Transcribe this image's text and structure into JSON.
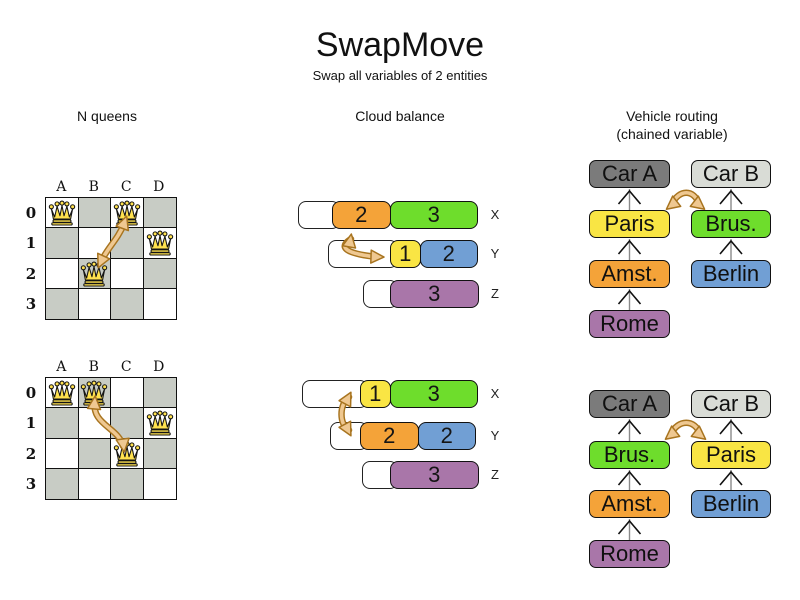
{
  "title": "SwapMove",
  "subtitle": "Swap all variables of 2 entities",
  "sections": {
    "nqueens": {
      "label": "N queens"
    },
    "cloud": {
      "label": "Cloud balance"
    },
    "vehicle": {
      "label": "Vehicle routing",
      "sublabel": "(chained variable)"
    }
  },
  "nqueens": {
    "columns": [
      "A",
      "B",
      "C",
      "D"
    ],
    "rows": [
      "0",
      "1",
      "2",
      "3"
    ],
    "before": {
      "queens": [
        "A0",
        "C0",
        "D1",
        "B2"
      ]
    },
    "after": {
      "queens": [
        "A0",
        "B0",
        "D1",
        "C2"
      ]
    }
  },
  "cloud": {
    "before": [
      {
        "label": "X",
        "segments": [
          {
            "value": "2",
            "color": "orange"
          },
          {
            "value": "3",
            "color": "green"
          }
        ]
      },
      {
        "label": "Y",
        "segments": [
          {
            "value": "1",
            "color": "yellow"
          },
          {
            "value": "2",
            "color": "blue"
          }
        ]
      },
      {
        "label": "Z",
        "segments": [
          {
            "value": "3",
            "color": "purple"
          }
        ]
      }
    ],
    "after": [
      {
        "label": "X",
        "segments": [
          {
            "value": "1",
            "color": "yellow"
          },
          {
            "value": "3",
            "color": "green"
          }
        ]
      },
      {
        "label": "Y",
        "segments": [
          {
            "value": "2",
            "color": "orange"
          },
          {
            "value": "2",
            "color": "blue"
          }
        ]
      },
      {
        "label": "Z",
        "segments": [
          {
            "value": "3",
            "color": "purple"
          }
        ]
      }
    ]
  },
  "vehicle": {
    "before": {
      "left": [
        {
          "label": "Car A",
          "color": "car_a"
        },
        {
          "label": "Paris",
          "color": "yellow"
        },
        {
          "label": "Amst.",
          "color": "orange"
        },
        {
          "label": "Rome",
          "color": "purple"
        }
      ],
      "right": [
        {
          "label": "Car B",
          "color": "car_b"
        },
        {
          "label": "Brus.",
          "color": "green"
        },
        {
          "label": "Berlin",
          "color": "blue"
        }
      ]
    },
    "after": {
      "left": [
        {
          "label": "Car A",
          "color": "car_a"
        },
        {
          "label": "Brus.",
          "color": "green"
        },
        {
          "label": "Amst.",
          "color": "orange"
        },
        {
          "label": "Rome",
          "color": "purple"
        }
      ],
      "right": [
        {
          "label": "Car B",
          "color": "car_b"
        },
        {
          "label": "Paris",
          "color": "yellow"
        },
        {
          "label": "Berlin",
          "color": "blue"
        }
      ]
    }
  },
  "colors": {
    "orange": "#F4A339",
    "green": "#6EDD2C",
    "yellow": "#F9E544",
    "blue": "#719FD4",
    "purple": "#A976A9",
    "car_a": "#7B7B7B",
    "car_b": "#D9DCD6",
    "board_dark": "#C8CCC5",
    "queen_gold": "#FFE14F",
    "swap_arrow_fill": "#EFC891",
    "swap_arrow_stroke": "#A8741F",
    "chain_line": "#8A8A8A"
  }
}
